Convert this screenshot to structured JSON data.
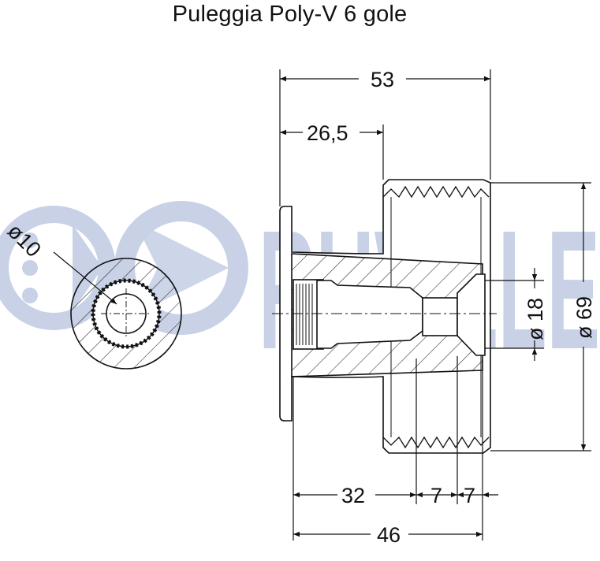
{
  "title": "Puleggia Poly-V 6 gole",
  "watermark": {
    "text": "RUVILLE",
    "color": "#c8d1e6"
  },
  "dimensions": {
    "overall_length": "53",
    "half_length": "26,5",
    "bore_depth": "32",
    "groove_a": "7",
    "groove_b": "7",
    "total_length": "46",
    "outer_diameter": "ø 69",
    "inner_diameter": "ø 18",
    "spline_diameter": "ø10"
  }
}
